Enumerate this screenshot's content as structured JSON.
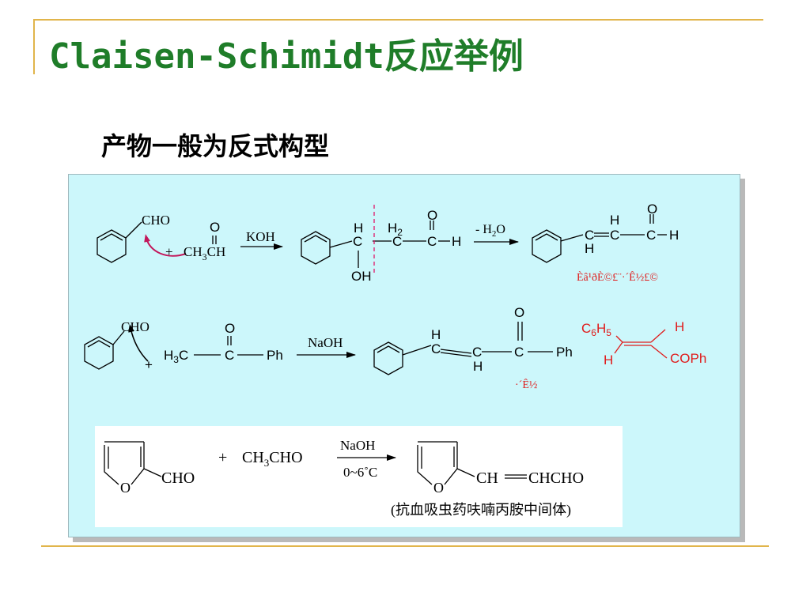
{
  "title": "Claisen-Schimidt反应举例",
  "subtitle": "产物一般为反式构型",
  "colors": {
    "title": "#1f7d29",
    "frame": "#e1b54b",
    "panel": "#ccf7fb",
    "arrow_curve": "#c2185b",
    "note_red": "#e01c1c"
  },
  "reaction1": {
    "reagent_group": "CHO",
    "reactant2_plus": "+",
    "reactant2_o": "O",
    "reactant2_main": "CH",
    "reactant2_sub": "3",
    "reactant2_tail": "CH",
    "condition": "KOH",
    "inter_h": "H",
    "inter_c1": "C",
    "inter_oh": "OH",
    "inter_h2": "H",
    "inter_h2_sub": "2",
    "inter_c2": "C",
    "inter_o": "O",
    "inter_c3": "C",
    "inter_h3": "H",
    "elim_prefix": "- H",
    "elim_sub": "2",
    "elim_suffix": "O",
    "prod_c1": "C",
    "prod_h_bottom": "H",
    "prod_h_top": "H",
    "prod_c2": "C",
    "prod_o": "O",
    "prod_c3": "C",
    "prod_h_end": "H",
    "note": "Èâ¹ðÈ©£¨·´Ê½£©"
  },
  "reaction2": {
    "reagent_group": "CHO",
    "plus": "+",
    "h3": "H",
    "h3_sub": "3",
    "h3_c": "C",
    "ketone_o": "O",
    "ketone_c": "C",
    "ph": "Ph",
    "condition": "NaOH",
    "prod_h_top": "H",
    "prod_c1": "C",
    "prod_c2": "C",
    "prod_h_bottom": "H",
    "prod_o": "O",
    "prod_c3": "C",
    "prod_ph": "Ph",
    "note": "·´Ê½",
    "trans_c": "C",
    "trans_6": "6",
    "trans_h": "H",
    "trans_5": "5",
    "trans_h_right": "H",
    "trans_h_left": "H",
    "trans_coph": "COPh"
  },
  "reaction3": {
    "furan_o": "O",
    "furan_cho": "CHO",
    "plus": "+",
    "ch": "CH",
    "ch_sub": "3",
    "cho": "CHO",
    "condition_top": "NaOH",
    "condition_bottom": "0~6˚C",
    "prod_o": "O",
    "prod_ch1": "CH",
    "prod_ch2": "CHCHO",
    "caption": "(抗血吸虫药呋喃丙胺中间体)"
  }
}
